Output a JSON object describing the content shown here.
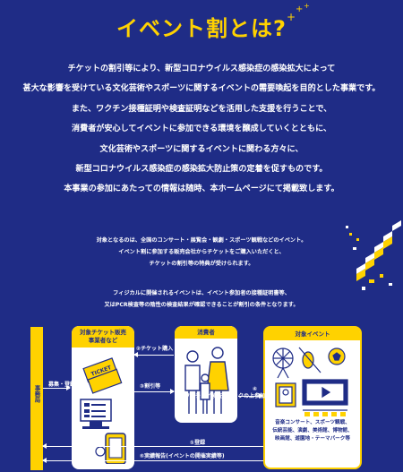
{
  "intro": {
    "title": "イベント割とは?",
    "paragraph": [
      "チケットの割引等により、新型コロナウイルス感染症の感染拡大によって",
      "甚大な影響を受けている文化芸術やスポーツに関するイベントの需要喚起を目的とした事業です。",
      "また、ワクチン接種証明や検査証明などを活用した支援を行うことで、",
      "消費者が安心してイベントに参加できる環境を醸成していくとともに、",
      "文化芸術やスポーツに関するイベントに関わる方々に、",
      "新型コロナウイルス感染症の感染拡大防止策の定着を促すものです。",
      "本事業の参加にあたっての情報は随時、本ホームページにて掲載致します。"
    ]
  },
  "target": {
    "lines1": [
      "対象となるのは、全国のコンサート・展覧会・観劇・スポーツ観戦などのイベント。",
      "イベント割に参加する販売会社からチケットをご購入いただくと、",
      "チケットの割引等の特典が受けられます。"
    ],
    "lines2": [
      "フィジカルに開催されるイベントは、イベント参加者の接種証明書等、",
      "又はPCR検査等の陰性の検査結果が確認できることが割引の条件となります。"
    ]
  },
  "diagram": {
    "office": "事務局",
    "register_label": "募集・登録",
    "seller_title": "対象チケット販売\n事業者など",
    "consumer_title": "消費者",
    "event_title": "対象イベント",
    "ticket_text": "TICKET",
    "arrow_purchase": "②チケット購入",
    "arrow_discount": "③割引等",
    "arrow_check_num": "④",
    "arrow_check": "ワクチン／検査チェックの上参加",
    "arrow_register": "①登録",
    "arrow_report": "⑤実績報告(イベントの開催実績等)",
    "event_desc": [
      "音楽コンサート、スポーツ観戦、",
      "伝統芸能、演劇、美術館、博物館、",
      "映画館、遊園地・テーマパーク等"
    ]
  },
  "colors": {
    "navy": "#1f2c86",
    "yellow": "#ffd200",
    "white": "#ffffff"
  }
}
